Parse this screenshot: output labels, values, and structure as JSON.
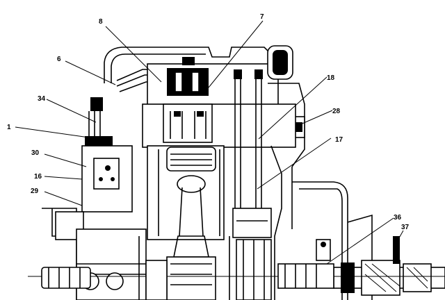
{
  "figure": {
    "callouts": [
      "8",
      "7",
      "6",
      "34",
      "1",
      "30",
      "16",
      "29",
      "18",
      "28",
      "17",
      "36",
      "37"
    ]
  }
}
